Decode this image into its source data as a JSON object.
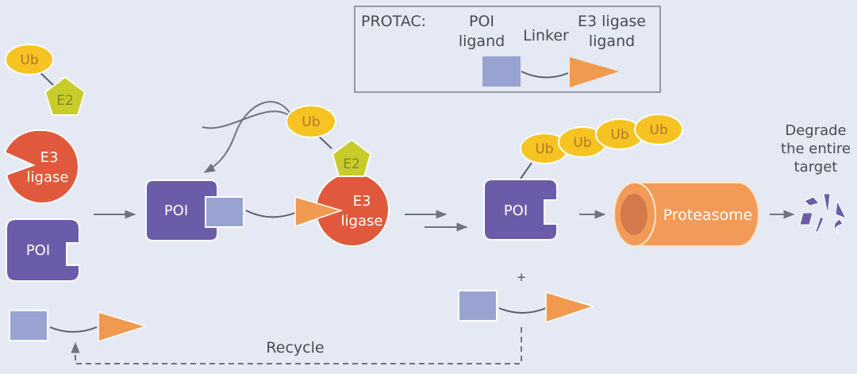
{
  "legend": {
    "title": "PROTAC:",
    "poi_ligand_line1": "POI",
    "poi_ligand_line2": "ligand",
    "linker": "Linker",
    "e3_ligand_line1": "E3 ligase",
    "e3_ligand_line2": "ligand"
  },
  "labels": {
    "ub": "Ub",
    "e2": "E2",
    "e3_line1": "E3",
    "e3_line2": "ligase",
    "poi": "POI",
    "proteasome": "Proteasome",
    "degrade_line1": "Degrade",
    "degrade_line2": "the entire",
    "degrade_line3": "target",
    "plus": "+",
    "recycle": "Recycle"
  },
  "colors": {
    "background": "#e5e9f4",
    "poi": "#6a5ca8",
    "poi_ligand": "#98a3d2",
    "e3_ligand": "#f09a50",
    "e3": "#e0593c",
    "e2": "#c8cc2a",
    "ub": "#f6c323",
    "proteasome": "#f29a58",
    "proteasome_core": "#d4794a",
    "arrow": "#6f7480"
  }
}
